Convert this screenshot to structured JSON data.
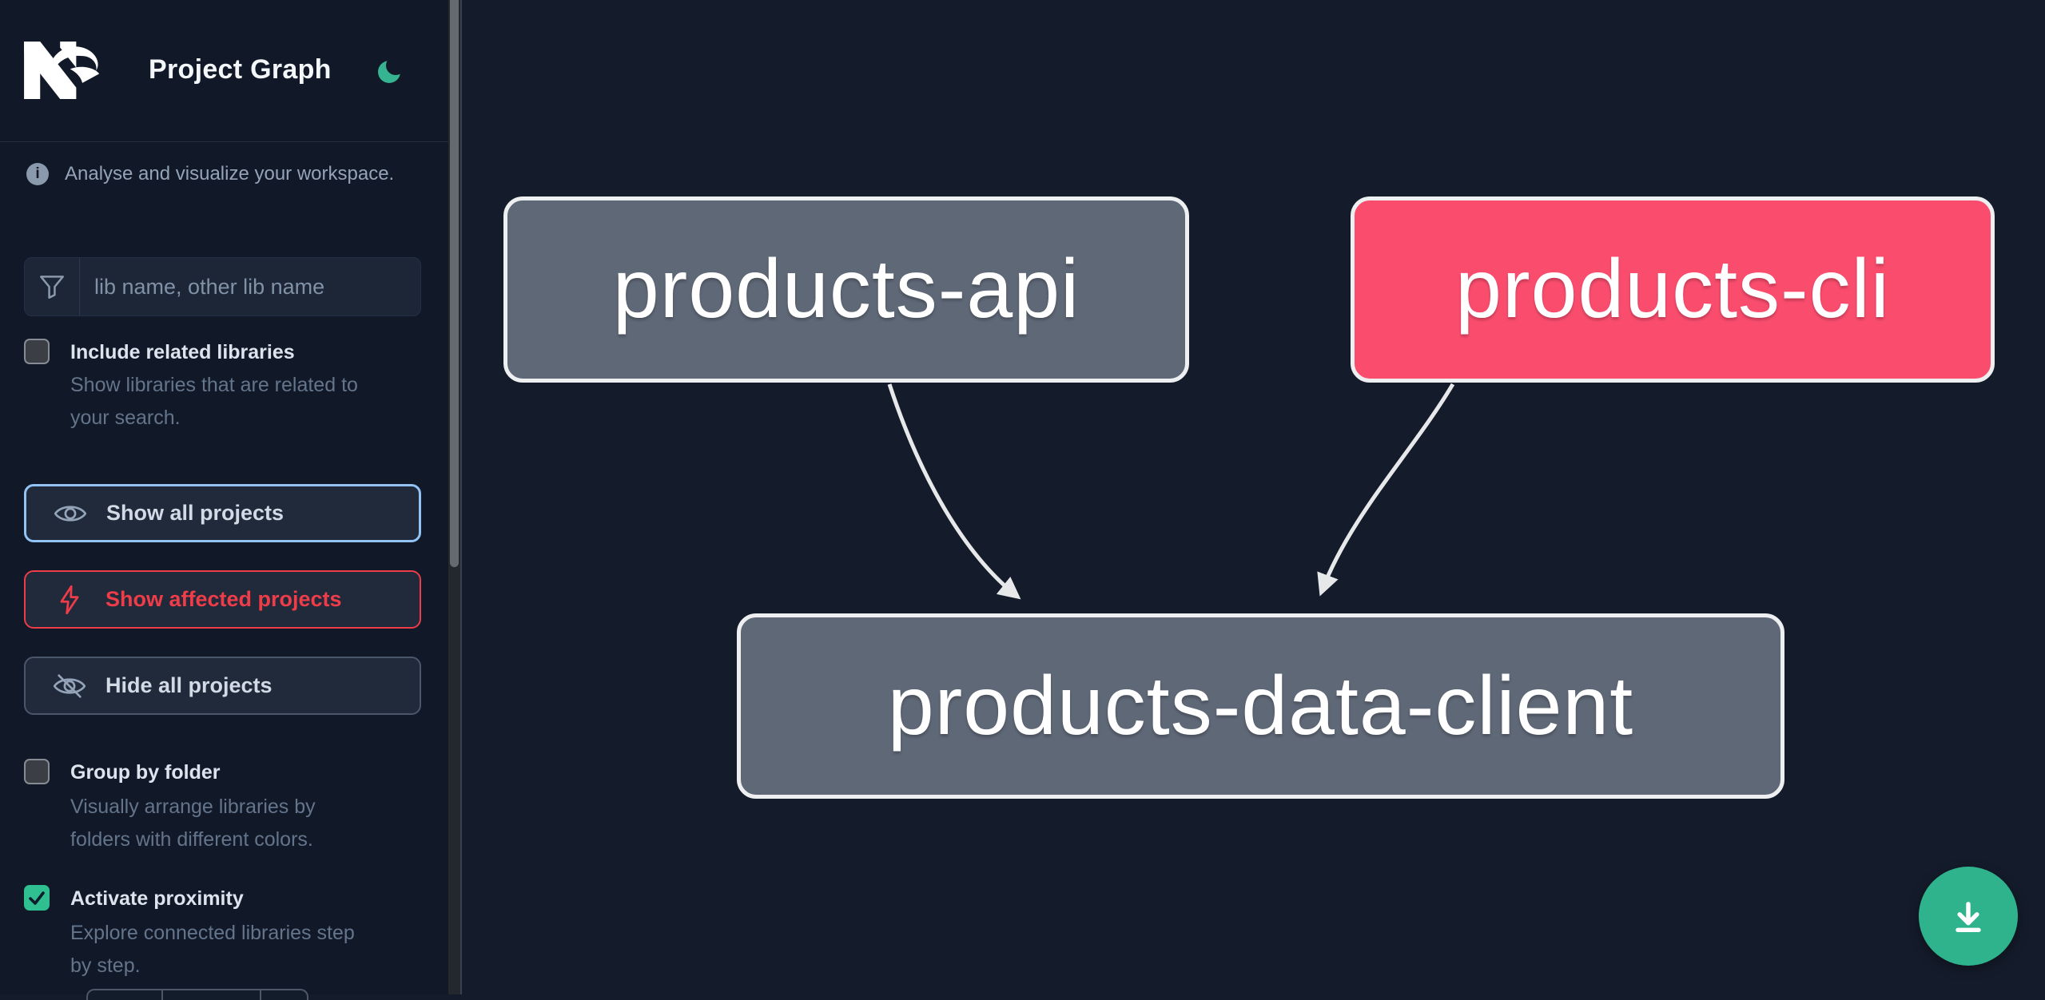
{
  "header": {
    "title": "Project Graph",
    "logo": "nx-logo",
    "theme_icon": "moon-icon"
  },
  "sidebar": {
    "tagline": "Analyse and visualize your workspace.",
    "search": {
      "placeholder": "lib name, other lib name",
      "icon": "funnel-icon",
      "value": ""
    },
    "toggles": [
      {
        "id": "include-related-libraries",
        "label": "Include related libraries",
        "description": "Show libraries that are related to\nyour search.",
        "checked": false
      },
      {
        "id": "group-by-folder",
        "label": "Group by folder",
        "description": "Visually arrange libraries by\nfolders with different colors.",
        "checked": false
      },
      {
        "id": "activate-proximity",
        "label": "Activate proximity",
        "description": "Explore connected libraries step\nby step.",
        "checked": true
      }
    ],
    "actions": [
      {
        "id": "show-all-projects",
        "label": "Show all projects",
        "icon": "eye-icon",
        "state": "focused"
      },
      {
        "id": "show-affected-projects",
        "label": "Show affected projects",
        "icon": "bolt-icon",
        "state": "default"
      },
      {
        "id": "hide-all-projects",
        "label": "Hide all projects",
        "icon": "eye-off-icon",
        "state": "default"
      }
    ]
  },
  "graph": {
    "nodes": [
      {
        "id": "products-api",
        "label": "products-api",
        "color": "#5f6877",
        "affected": false
      },
      {
        "id": "products-cli",
        "label": "products-cli",
        "color": "#fa4d6e",
        "affected": true
      },
      {
        "id": "products-data-client",
        "label": "products-data-client",
        "color": "#5f6877",
        "affected": false
      }
    ],
    "edges": [
      {
        "from": "products-api",
        "to": "products-data-client"
      },
      {
        "from": "products-cli",
        "to": "products-data-client"
      }
    ]
  },
  "fab": {
    "icon": "download-icon",
    "color": "#2eb38c"
  },
  "colors": {
    "background": "#141b2a",
    "sidebar_background": "#111929",
    "focus_ring_blue": "#93c3f4",
    "affected_red": "#ee3c49",
    "checked_green": "#2fbf90",
    "node_gray": "#5f6877",
    "node_pink": "#fa4d6e",
    "edge": "#e7e8ea"
  }
}
